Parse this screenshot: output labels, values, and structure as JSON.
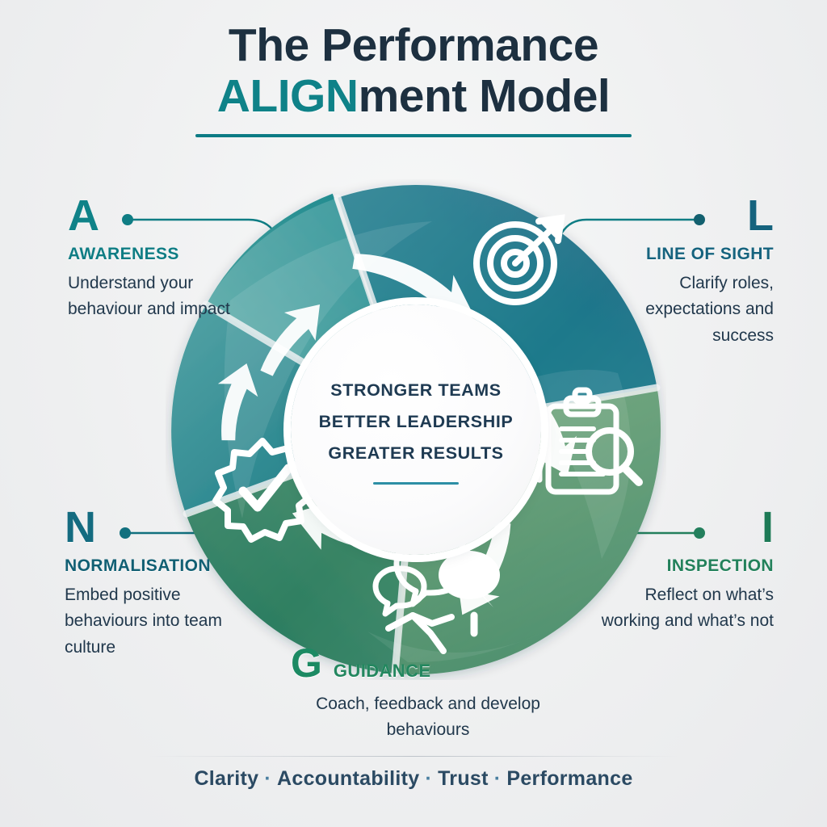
{
  "title": {
    "line1": "The Performance",
    "line2_accent": "ALIGN",
    "line2_rest": "ment Model"
  },
  "center": {
    "line1": "STRONGER TEAMS",
    "line2": "BETTER LEADERSHIP",
    "line3": "GREATER RESULTS"
  },
  "steps": [
    {
      "letter": "A",
      "name": "AWARENESS",
      "desc": "Understand your behaviour and impact",
      "icon": "head-brain-icon",
      "color": "#0f8288"
    },
    {
      "letter": "L",
      "name": "LINE OF SIGHT",
      "desc": "Clarify roles, expectations and success",
      "icon": "target-arrow-icon",
      "color": "#15637e"
    },
    {
      "letter": "I",
      "name": "INSPECTION",
      "desc": "Reflect on what’s working and what’s not",
      "icon": "clipboard-magnifier-icon",
      "color": "#1d7a56"
    },
    {
      "letter": "G",
      "name": "GUIDANCE",
      "desc": "Coach, feedback and develop behaviours",
      "icon": "speech-bubbles-handshake-icon",
      "color": "#1c8a63"
    },
    {
      "letter": "N",
      "name": "NORMALISATION",
      "desc": "Embed positive behaviours into team culture",
      "icon": "gear-check-icon",
      "color": "#146b80"
    }
  ],
  "footer": {
    "item1": "Clarity",
    "item2": "Accountability",
    "item3": "Trust",
    "item4": "Performance",
    "separator": "·"
  },
  "colors": {
    "background": "#f2f3f4",
    "title_dark": "#1d3040",
    "title_accent": "#0f8288",
    "ring_teal_light": "#3f9c9d",
    "ring_teal": "#147f88",
    "ring_blue": "#1b6c86",
    "ring_green": "#5a9268",
    "ring_green_deep": "#2e7a5a",
    "hub_text": "#1e3a52",
    "hub_rule": "#2d8fa5",
    "footer_text": "#2b4a63"
  }
}
